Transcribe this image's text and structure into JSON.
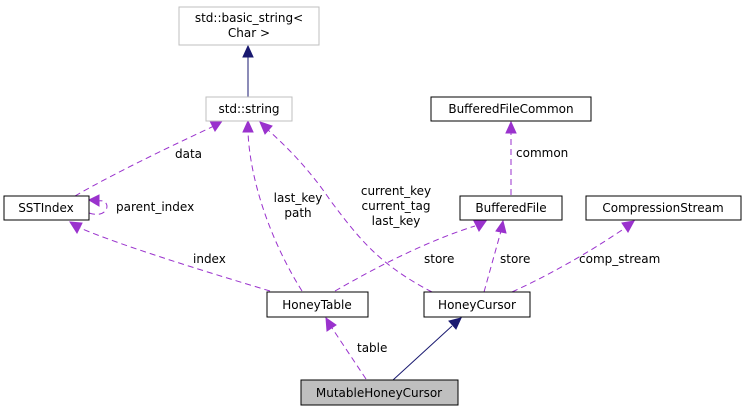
{
  "nodes": {
    "basic_string": {
      "line1": "std::basic_string<",
      "line2": "Char >"
    },
    "string": {
      "label": "std::string"
    },
    "buffered_file_common": {
      "label": "BufferedFileCommon"
    },
    "sst_index": {
      "label": "SSTIndex"
    },
    "buffered_file": {
      "label": "BufferedFile"
    },
    "compression_stream": {
      "label": "CompressionStream"
    },
    "honey_table": {
      "label": "HoneyTable"
    },
    "honey_cursor": {
      "label": "HoneyCursor"
    },
    "mutable_honey_cursor": {
      "label": "MutableHoneyCursor"
    }
  },
  "edges": {
    "data": "data",
    "parent_index": "parent_index",
    "index": "index",
    "last_key_path": {
      "line1": "last_key",
      "line2": "path"
    },
    "current_keys": {
      "line1": "current_key",
      "line2": "current_tag",
      "line3": "last_key"
    },
    "common": "common",
    "store_table": "store",
    "store_cursor": "store",
    "comp_stream": "comp_stream",
    "table": "table"
  },
  "colors": {
    "usage_edge": "#9a32cd",
    "inheritance_edge": "#191970",
    "focus_fill": "#bfbfbf",
    "external_border": "#bfbfbf"
  }
}
